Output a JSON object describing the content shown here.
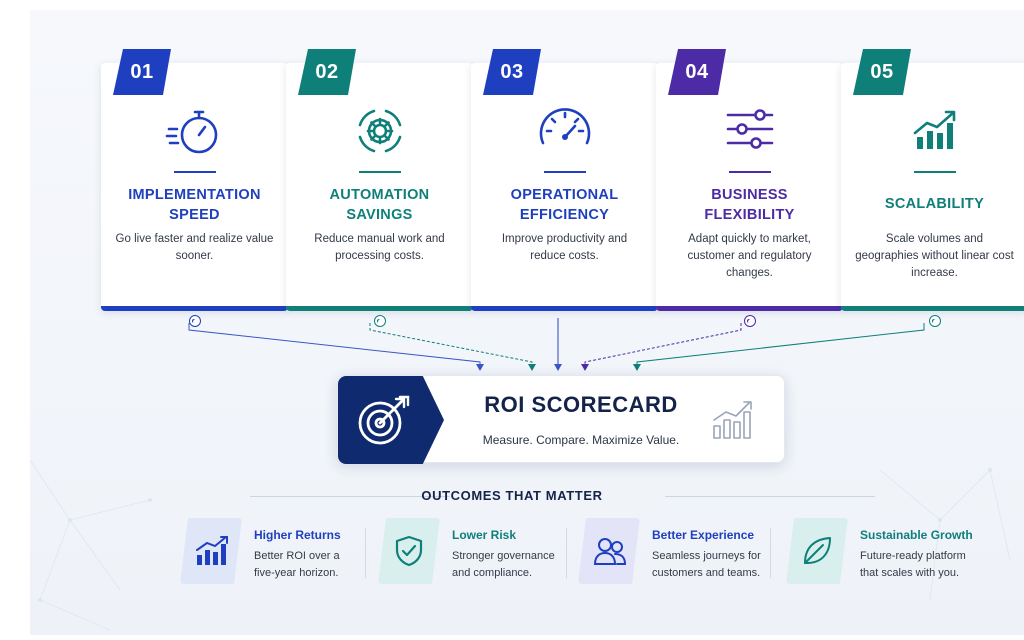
{
  "colors": {
    "blue": "#1e3fbf",
    "teal": "#0f7f7a",
    "navy": "#0f2a6e",
    "purple": "#4d2aa6",
    "title_dark": "#14234a"
  },
  "pillars": [
    {
      "number": "01",
      "title": "IMPLEMENTATION SPEED",
      "description": "Go live faster and realize value sooner.",
      "icon": "stopwatch-icon",
      "color": "#1e3fbf"
    },
    {
      "number": "02",
      "title": "AUTOMATION SAVINGS",
      "description": "Reduce manual work and processing costs.",
      "icon": "gear-cycle-icon",
      "color": "#0f7f7a"
    },
    {
      "number": "03",
      "title": "OPERATIONAL EFFICIENCY",
      "description": "Improve productivity and reduce costs.",
      "icon": "gauge-icon",
      "color": "#1e3fbf"
    },
    {
      "number": "04",
      "title": "BUSINESS FLEXIBILITY",
      "description": "Adapt quickly to market, customer and regulatory changes.",
      "icon": "sliders-icon",
      "color": "#4d2aa6"
    },
    {
      "number": "05",
      "title": "SCALABILITY",
      "description": "Scale volumes and geographies without linear cost increase.",
      "icon": "growth-chart-icon",
      "color": "#0f7f7a"
    }
  ],
  "scorecard": {
    "title": "ROI SCORECARD",
    "subtitle": "Measure. Compare. Maximize Value.",
    "icon": "target-arrow-icon",
    "chart_icon": "bar-chart-icon"
  },
  "outcomes": {
    "heading": "OUTCOMES THAT MATTER",
    "items": [
      {
        "title": "Higher Returns",
        "text_line1": "Better ROI over a",
        "text_line2": "five-year horizon.",
        "icon": "bar-chart-up-icon",
        "color": "#1e3fbf"
      },
      {
        "title": "Lower Risk",
        "text_line1": "Stronger governance",
        "text_line2": "and compliance.",
        "icon": "shield-check-icon",
        "color": "#0f7f7a"
      },
      {
        "title": "Better Experience",
        "text_line1": "Seamless journeys for",
        "text_line2": "customers and teams.",
        "icon": "people-icon",
        "color": "#1e3fbf"
      },
      {
        "title": "Sustainable Growth",
        "text_line1": "Future-ready platform",
        "text_line2": "that scales with you.",
        "icon": "leaf-icon",
        "color": "#0f7f7a"
      }
    ]
  }
}
